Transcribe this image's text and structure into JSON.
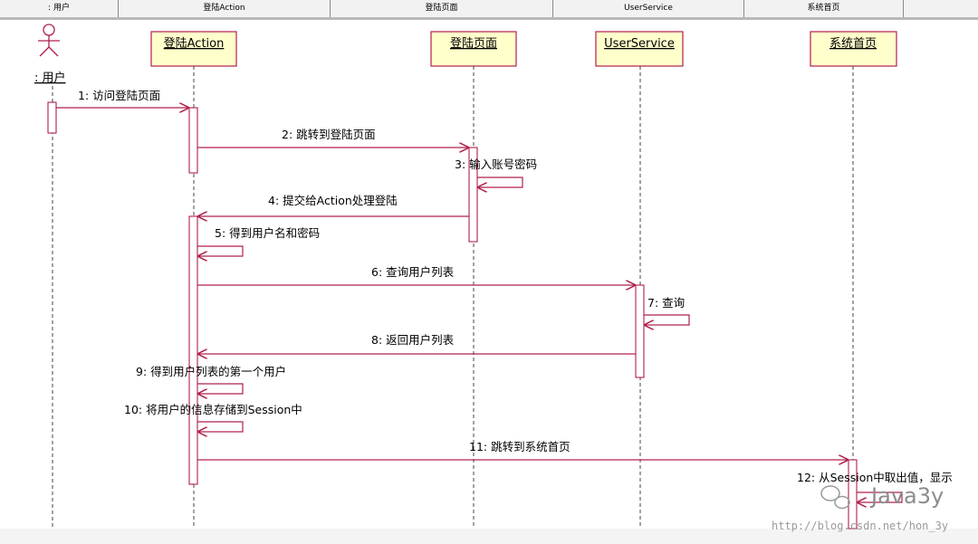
{
  "header": {
    "cells": [
      ": 用户",
      "登陆Action",
      "登陆页面",
      "UserService",
      "系统首页"
    ]
  },
  "actor": {
    "label": ": 用户"
  },
  "objects": [
    {
      "id": "action",
      "label": "登陆Action"
    },
    {
      "id": "page",
      "label": "登陆页面"
    },
    {
      "id": "service",
      "label": "UserService"
    },
    {
      "id": "home",
      "label": "系统首页"
    }
  ],
  "messages": [
    {
      "from": "user",
      "to": "action",
      "label": "1: 访问登陆页面"
    },
    {
      "from": "action",
      "to": "page",
      "label": "2: 跳转到登陆页面"
    },
    {
      "from": "page",
      "to": "page",
      "label": "3: 输入账号密码"
    },
    {
      "from": "page",
      "to": "action",
      "label": "4: 提交给Action处理登陆"
    },
    {
      "from": "action",
      "to": "action",
      "label": "5: 得到用户名和密码"
    },
    {
      "from": "action",
      "to": "service",
      "label": "6: 查询用户列表"
    },
    {
      "from": "service",
      "to": "service",
      "label": "7: 查询"
    },
    {
      "from": "service",
      "to": "action",
      "label": "8: 返回用户列表"
    },
    {
      "from": "action",
      "to": "action",
      "label": "9: 得到用户列表的第一个用户"
    },
    {
      "from": "action",
      "to": "action",
      "label": "10: 将用户的信息存储到Session中"
    },
    {
      "from": "action",
      "to": "home",
      "label": "11: 跳转到系统首页"
    },
    {
      "from": "home",
      "to": "home",
      "label": "12: 从Session中取出值，显示"
    }
  ],
  "watermark": {
    "brand": "Java3y",
    "url": "http://blog.csdn.net/hon_3y"
  },
  "colors": {
    "line": "#b0204a",
    "object_fill": "#ffffcc",
    "object_border": "#b0204a",
    "lifeline": "#444444"
  }
}
